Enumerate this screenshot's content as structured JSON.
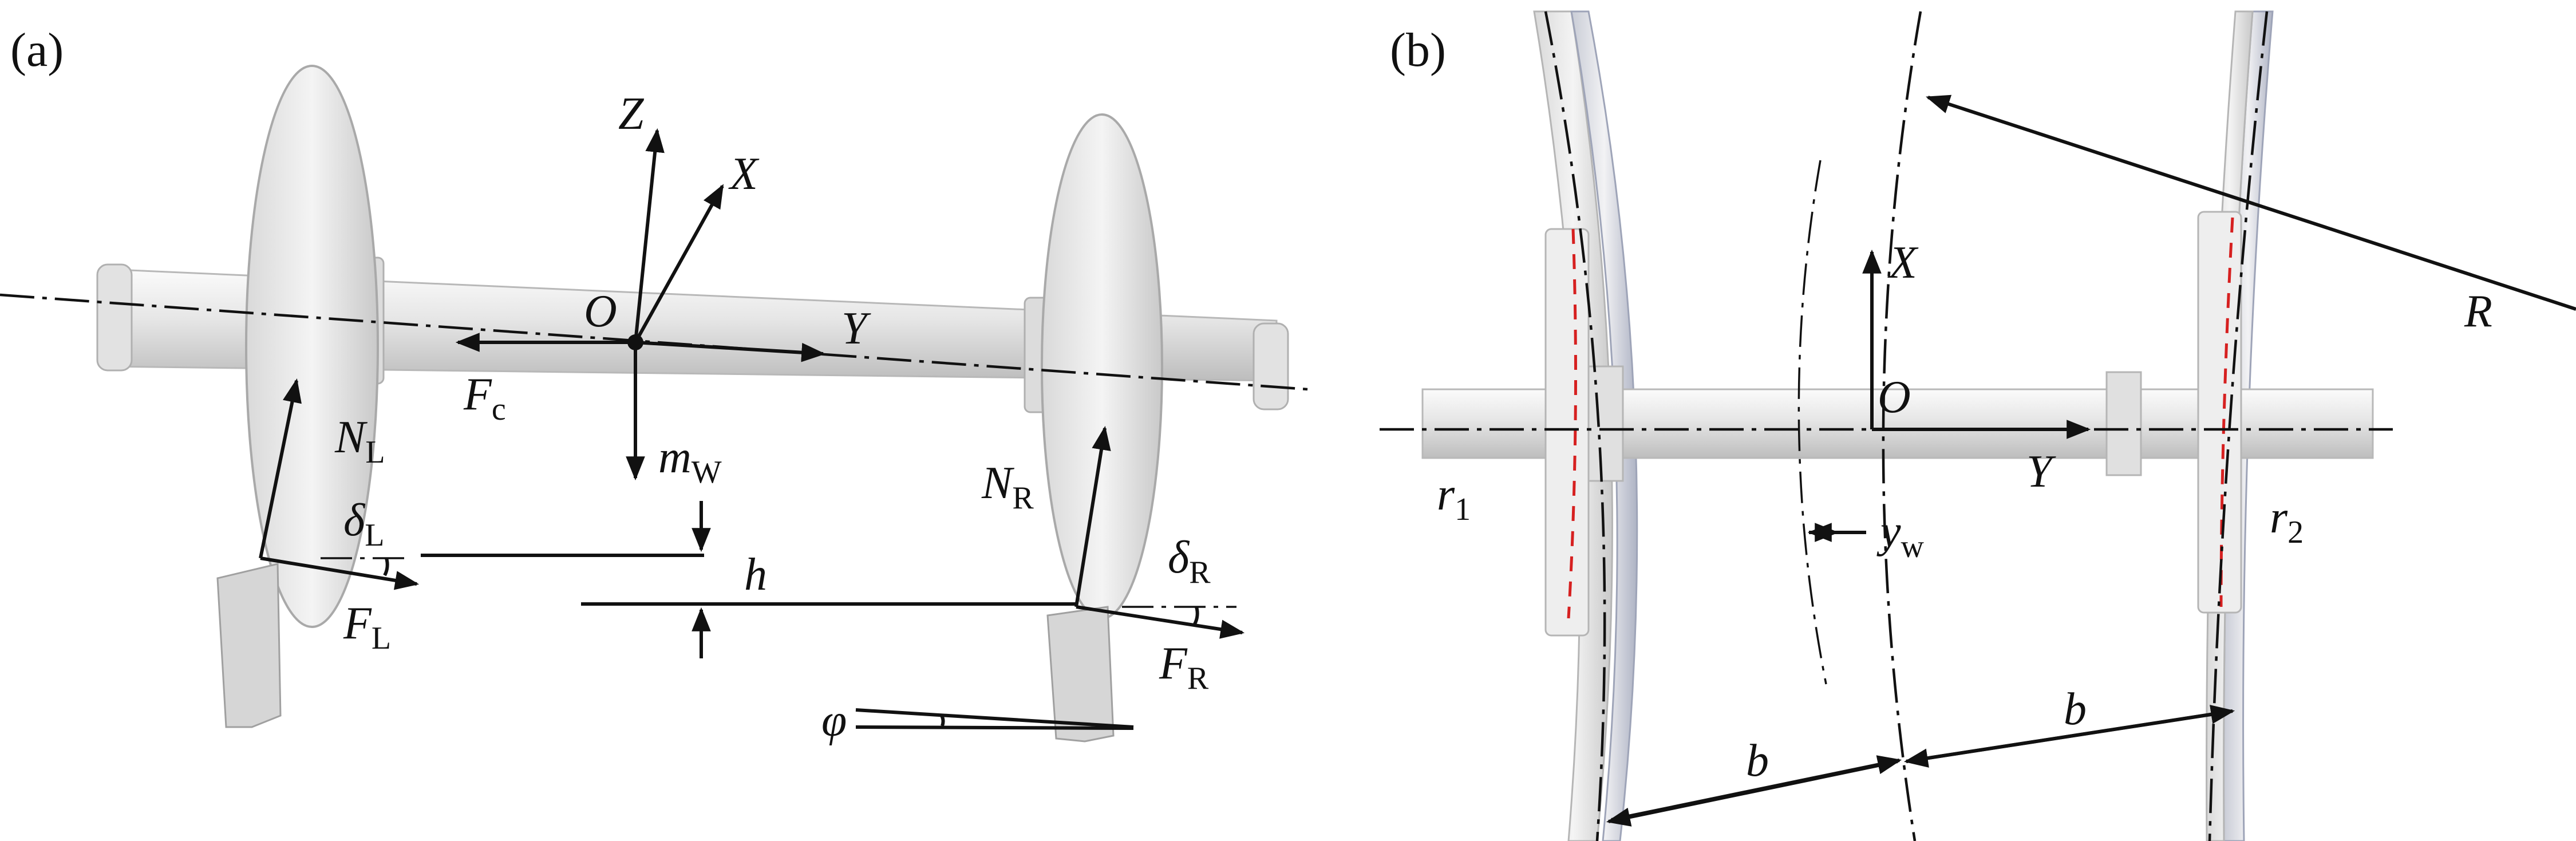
{
  "panel_a": {
    "tag": "(a)",
    "axis_z": "Z",
    "axis_x": "X",
    "axis_y": "Y",
    "origin": "O",
    "force_c": {
      "main": "F",
      "sub": "c"
    },
    "normal_left": {
      "main": "N",
      "sub": "L"
    },
    "normal_right": {
      "main": "N",
      "sub": "R"
    },
    "mass": {
      "main": "m",
      "sub": "W"
    },
    "height": "h",
    "delta_left": {
      "main": "δ",
      "sub": "L"
    },
    "delta_right": {
      "main": "δ",
      "sub": "R"
    },
    "force_left": {
      "main": "F",
      "sub": "L"
    },
    "force_right": {
      "main": "F",
      "sub": "R"
    },
    "phi": "φ"
  },
  "panel_b": {
    "tag": "(b)",
    "axis_x": "X",
    "axis_y": "Y",
    "origin": "O",
    "radius": "R",
    "r1": {
      "main": "r",
      "sub": "1"
    },
    "r2": {
      "main": "r",
      "sub": "2"
    },
    "yw": {
      "main": "y",
      "sub": "w"
    },
    "b_left": "b",
    "b_right": "b"
  },
  "colors": {
    "line": "#111111",
    "wheel_fill": "#e8e8e8",
    "axle_fill": "#ebebeb",
    "contact_dash": "#d62020"
  }
}
